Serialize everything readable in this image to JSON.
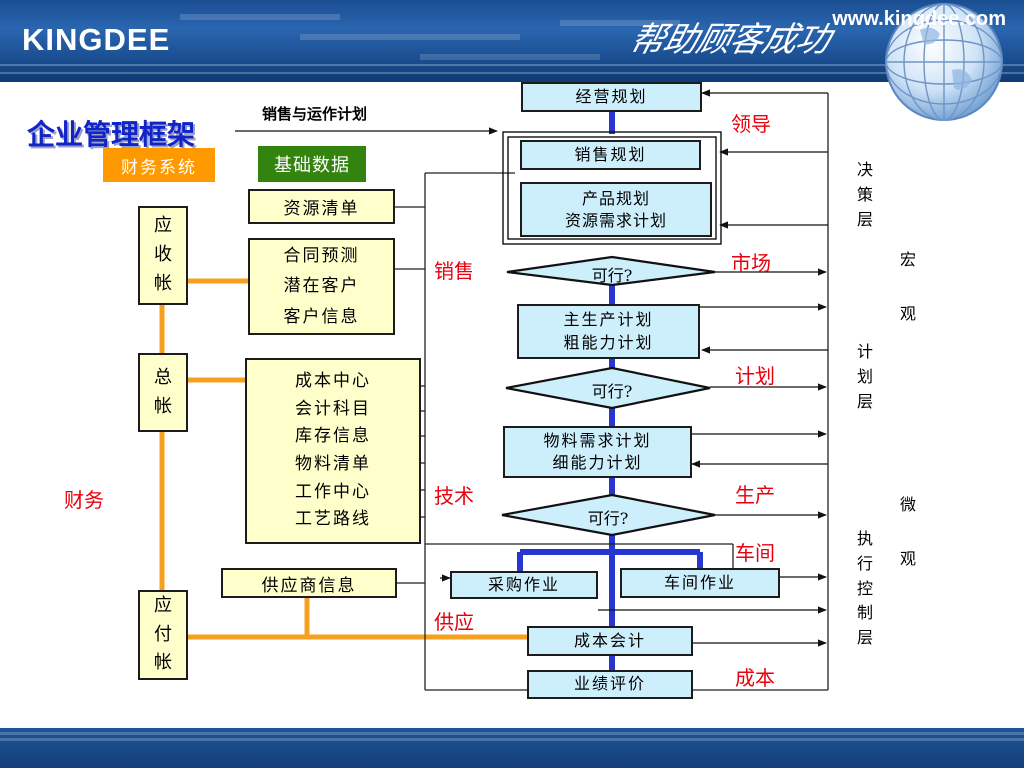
{
  "header": {
    "logo_text": "KINGDEE",
    "slogan": "帮助顾客成功"
  },
  "footer": {
    "url": "www.kingdee.com"
  },
  "title": "企业管理框架",
  "subtitle": "销售与运作计划",
  "badges": {
    "finance": "财务系统",
    "basic": "基础数据"
  },
  "left_boxes": {
    "receivable": [
      "应",
      "收",
      "帐"
    ],
    "ledger": [
      "总",
      "帐"
    ],
    "payable": [
      "应",
      "付",
      "帐"
    ]
  },
  "data_boxes": {
    "resource_list": "资源清单",
    "customer": [
      "合同预测",
      "潜在客户",
      "客户信息"
    ],
    "master": [
      "成本中心",
      "会计科目",
      "库存信息",
      "物料清单",
      "工作中心",
      "工艺路线"
    ],
    "supplier": "供应商信息"
  },
  "flow": {
    "business_plan": "经营规划",
    "sales_plan": "销售规划",
    "product_plan": [
      "产品规划",
      "资源需求计划"
    ],
    "feasible_1": "可行?",
    "mps": [
      "主生产计划",
      "粗能力计划"
    ],
    "feasible_2": "可行?",
    "mrp": [
      "物料需求计划",
      "细能力计划"
    ],
    "feasible_3": "可行?",
    "purchase": "采购作业",
    "workshop_op": "车间作业",
    "cost_accounting": "成本会计",
    "performance": "业绩评价"
  },
  "labels": {
    "finance": "财务",
    "sales": "销售",
    "tech": "技术",
    "supply": "供应",
    "leader": "领导",
    "market": "市场",
    "plan": "计划",
    "production": "生产",
    "workshop": "车间",
    "cost": "成本"
  },
  "layers": {
    "decision": [
      "决",
      "策",
      "层"
    ],
    "planning": [
      "计",
      "划",
      "层"
    ],
    "execution": [
      "执",
      "行",
      "控",
      "制",
      "层"
    ],
    "macro": [
      "宏",
      "观"
    ],
    "micro": [
      "微",
      "观"
    ]
  },
  "colors": {
    "header_blue": "#1a4e92",
    "title_blue": "#1024c8",
    "flow_blue": "#2836d0",
    "connector_orange": "#f5a01e",
    "label_red": "#e8000e",
    "box_cyan": "#cdeffc",
    "box_yellow": "#ffffcc",
    "badge_orange": "#ff9900",
    "badge_green": "#33840f"
  }
}
